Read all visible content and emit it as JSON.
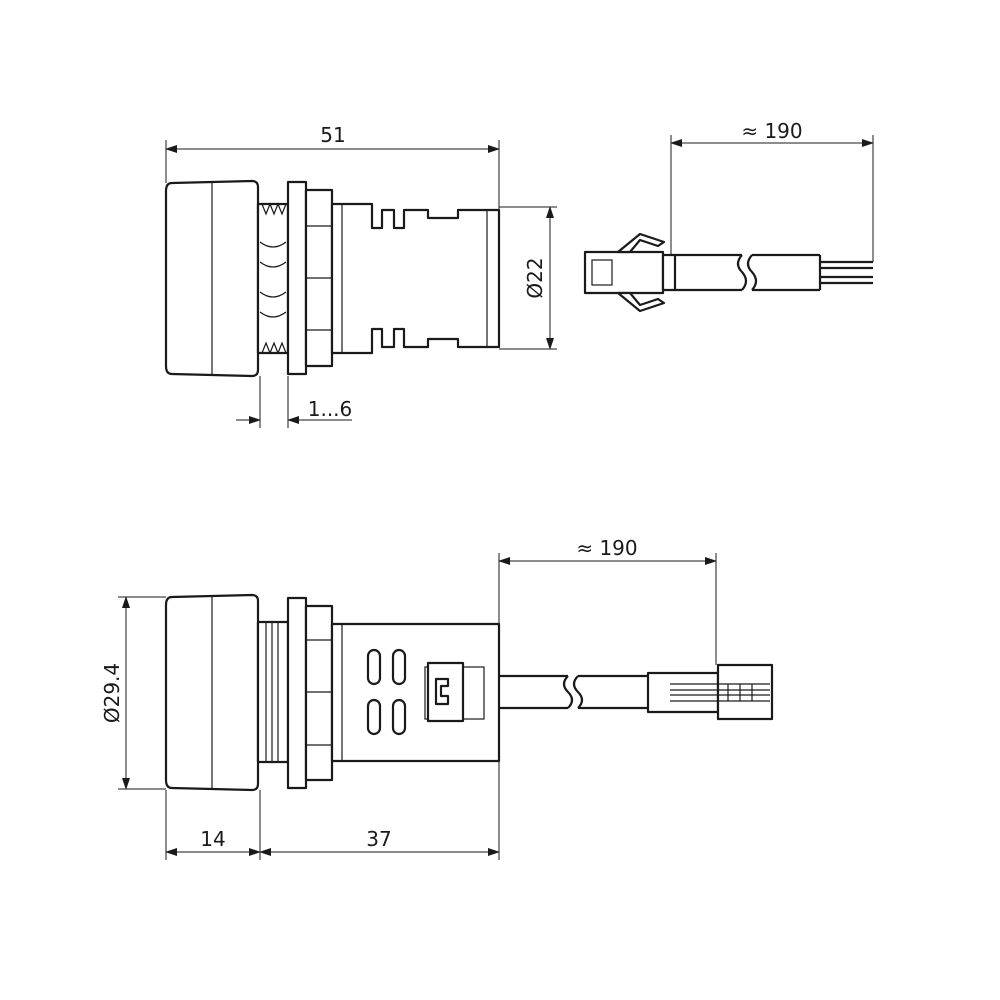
{
  "drawing": {
    "side_view": {
      "overall_length": "51",
      "body_diameter": "Ø22",
      "panel_thickness": "1...6",
      "cable_length": "≈ 190"
    },
    "bottom_view": {
      "bezel_diameter": "Ø29.4",
      "bezel_depth": "14",
      "body_length": "37",
      "cable_length": "≈ 190"
    }
  }
}
